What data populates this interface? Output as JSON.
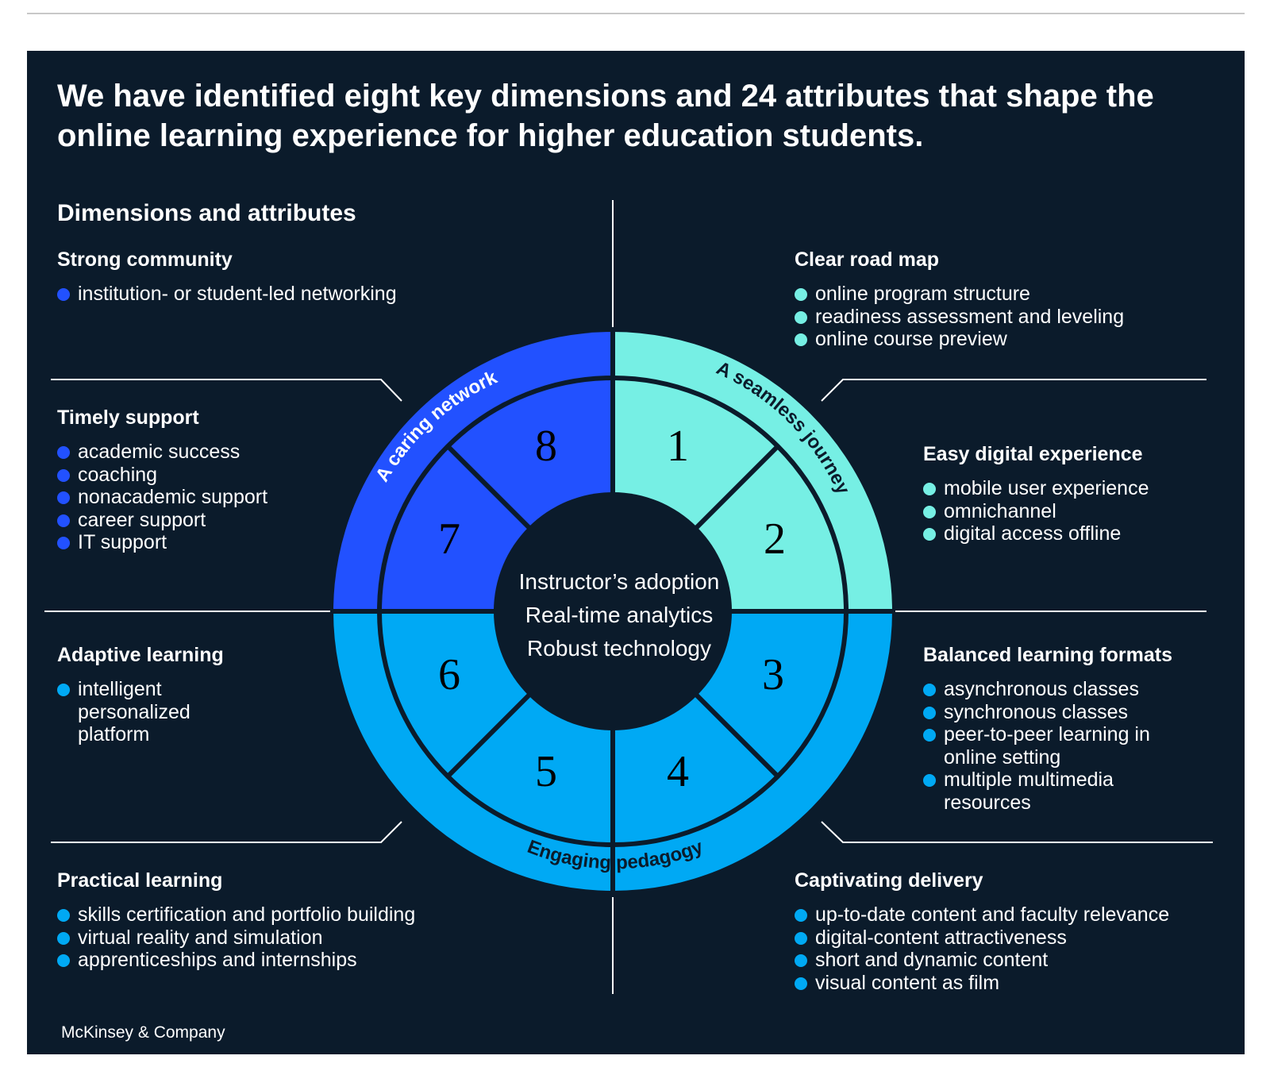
{
  "title": "We have identified eight key dimensions and 24 attributes that shape the online learning experience for higher education students.",
  "section_heading": "Dimensions and attributes",
  "colors": {
    "background": "#0b1b2b",
    "caring_network": "#2251ff",
    "seamless_journey": "#76efe4",
    "engaging_pedagogy": "#00a9f4",
    "text": "#ffffff"
  },
  "ring_labels": {
    "caring_network": "A caring network",
    "seamless_journey": "A seamless journey",
    "engaging_pedagogy": "Engaging pedagogy"
  },
  "segments": [
    "1",
    "2",
    "3",
    "4",
    "5",
    "6",
    "7",
    "8"
  ],
  "center": [
    "Instructor’s adoption",
    "Real-time analytics",
    "Robust technology"
  ],
  "dimensions": {
    "strong_community": {
      "title": "Strong community",
      "color": "#2251ff",
      "items": [
        "institution- or student-led networking"
      ]
    },
    "timely_support": {
      "title": "Timely support",
      "color": "#2251ff",
      "items": [
        "academic success",
        "coaching",
        "nonacademic support",
        "career support",
        "IT support"
      ]
    },
    "adaptive_learning": {
      "title": "Adaptive learning",
      "color": "#00a9f4",
      "items": [
        "intelligent personalized platform"
      ]
    },
    "practical_learning": {
      "title": "Practical learning",
      "color": "#00a9f4",
      "items": [
        "skills certification and portfolio building",
        "virtual reality and simulation",
        "apprenticeships and internships"
      ]
    },
    "clear_road_map": {
      "title": "Clear road map",
      "color": "#76efe4",
      "items": [
        "online program structure",
        "readiness assessment and leveling",
        "online course preview"
      ]
    },
    "easy_digital_experience": {
      "title": "Easy digital experience",
      "color": "#76efe4",
      "items": [
        "mobile user experience",
        "omnichannel",
        "digital access offline"
      ]
    },
    "balanced_learning_formats": {
      "title": "Balanced learning formats",
      "color": "#00a9f4",
      "items": [
        "asynchronous classes",
        "synchronous classes",
        "peer-to-peer learning in online setting",
        "multiple multimedia resources"
      ]
    },
    "captivating_delivery": {
      "title": "Captivating delivery",
      "color": "#00a9f4",
      "items": [
        "up-to-date content and faculty relevance",
        "digital-content attractiveness",
        "short and dynamic content",
        "visual content as film"
      ]
    }
  },
  "footer": "McKinsey & Company"
}
